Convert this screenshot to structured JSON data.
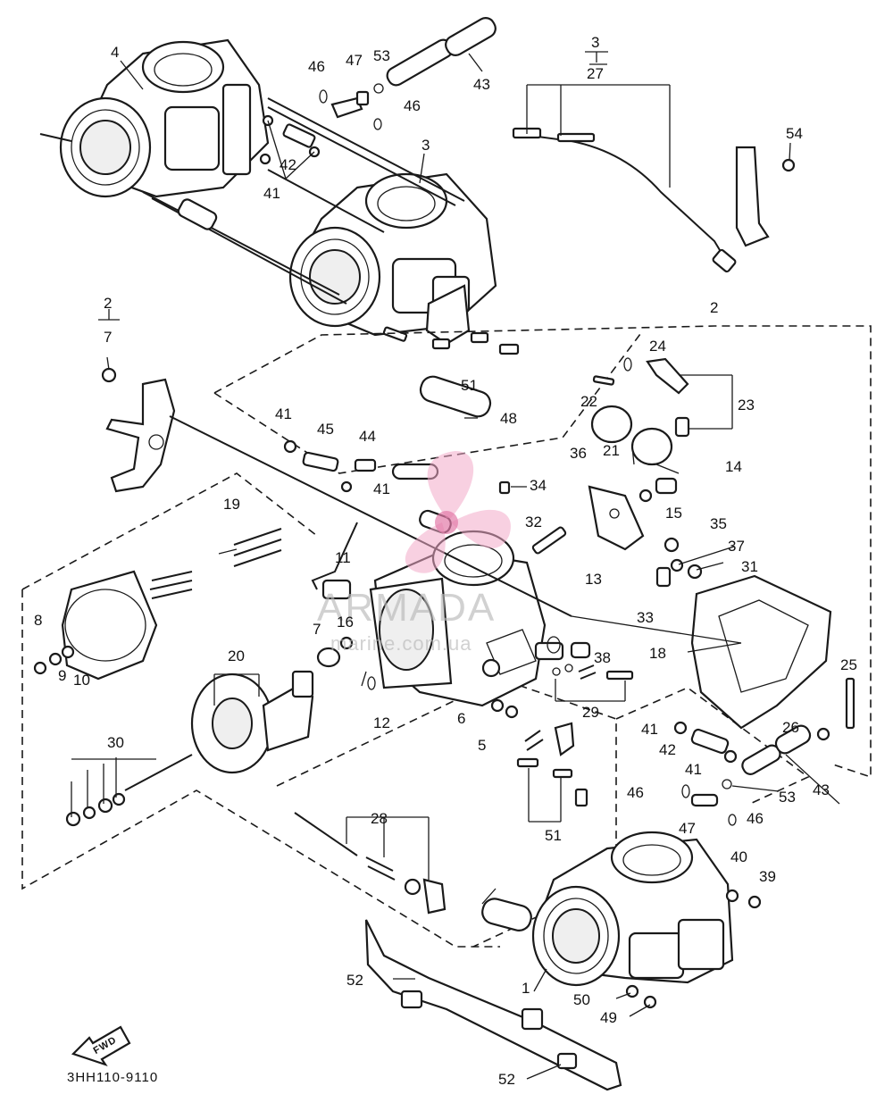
{
  "diagram_code": "3HH110-9110",
  "direction_label": "FWD",
  "watermark": {
    "name": "ARMADA",
    "sub": "marine.com.ua"
  },
  "callouts": [
    {
      "id": "c4",
      "label": "4"
    },
    {
      "id": "c46a",
      "label": "46"
    },
    {
      "id": "c47a",
      "label": "47"
    },
    {
      "id": "c53a",
      "label": "53"
    },
    {
      "id": "c43a",
      "label": "43"
    },
    {
      "id": "c3a",
      "label": "3"
    },
    {
      "id": "c27",
      "label": "27"
    },
    {
      "id": "c46b",
      "label": "46"
    },
    {
      "id": "c54",
      "label": "54"
    },
    {
      "id": "c3b",
      "label": "3"
    },
    {
      "id": "c42a",
      "label": "42"
    },
    {
      "id": "c41a",
      "label": "41"
    },
    {
      "id": "c2a",
      "label": "2"
    },
    {
      "id": "c7a",
      "label": "7"
    },
    {
      "id": "c2b",
      "label": "2"
    },
    {
      "id": "c24",
      "label": "24"
    },
    {
      "id": "c51a",
      "label": "51"
    },
    {
      "id": "c48",
      "label": "48"
    },
    {
      "id": "c22",
      "label": "22"
    },
    {
      "id": "c23",
      "label": "23"
    },
    {
      "id": "c41b",
      "label": "41"
    },
    {
      "id": "c45",
      "label": "45"
    },
    {
      "id": "c44",
      "label": "44"
    },
    {
      "id": "c41c",
      "label": "41"
    },
    {
      "id": "c21",
      "label": "21"
    },
    {
      "id": "c36",
      "label": "36"
    },
    {
      "id": "c14",
      "label": "14"
    },
    {
      "id": "c34",
      "label": "34"
    },
    {
      "id": "c15",
      "label": "15"
    },
    {
      "id": "c19",
      "label": "19"
    },
    {
      "id": "c32",
      "label": "32"
    },
    {
      "id": "c35",
      "label": "35"
    },
    {
      "id": "c37",
      "label": "37"
    },
    {
      "id": "c31",
      "label": "31"
    },
    {
      "id": "c11",
      "label": "11"
    },
    {
      "id": "c13",
      "label": "13"
    },
    {
      "id": "c8",
      "label": "8"
    },
    {
      "id": "c7b",
      "label": "7"
    },
    {
      "id": "c16",
      "label": "16"
    },
    {
      "id": "c33",
      "label": "33"
    },
    {
      "id": "c18",
      "label": "18"
    },
    {
      "id": "c9",
      "label": "9"
    },
    {
      "id": "c10",
      "label": "10"
    },
    {
      "id": "c20",
      "label": "20"
    },
    {
      "id": "c38",
      "label": "38"
    },
    {
      "id": "c25",
      "label": "25"
    },
    {
      "id": "c12",
      "label": "12"
    },
    {
      "id": "c29",
      "label": "29"
    },
    {
      "id": "c6",
      "label": "6"
    },
    {
      "id": "c5",
      "label": "5"
    },
    {
      "id": "c26",
      "label": "26"
    },
    {
      "id": "c41d",
      "label": "41"
    },
    {
      "id": "c42b",
      "label": "42"
    },
    {
      "id": "c30",
      "label": "30"
    },
    {
      "id": "c41e",
      "label": "41"
    },
    {
      "id": "c46c",
      "label": "46"
    },
    {
      "id": "c53b",
      "label": "53"
    },
    {
      "id": "c43b",
      "label": "43"
    },
    {
      "id": "c47b",
      "label": "47"
    },
    {
      "id": "c46d",
      "label": "46"
    },
    {
      "id": "c28",
      "label": "28"
    },
    {
      "id": "c51b",
      "label": "51"
    },
    {
      "id": "c40",
      "label": "40"
    },
    {
      "id": "c39",
      "label": "39"
    },
    {
      "id": "c52a",
      "label": "52"
    },
    {
      "id": "c1",
      "label": "1"
    },
    {
      "id": "c50",
      "label": "50"
    },
    {
      "id": "c49",
      "label": "49"
    },
    {
      "id": "c52b",
      "label": "52"
    }
  ]
}
